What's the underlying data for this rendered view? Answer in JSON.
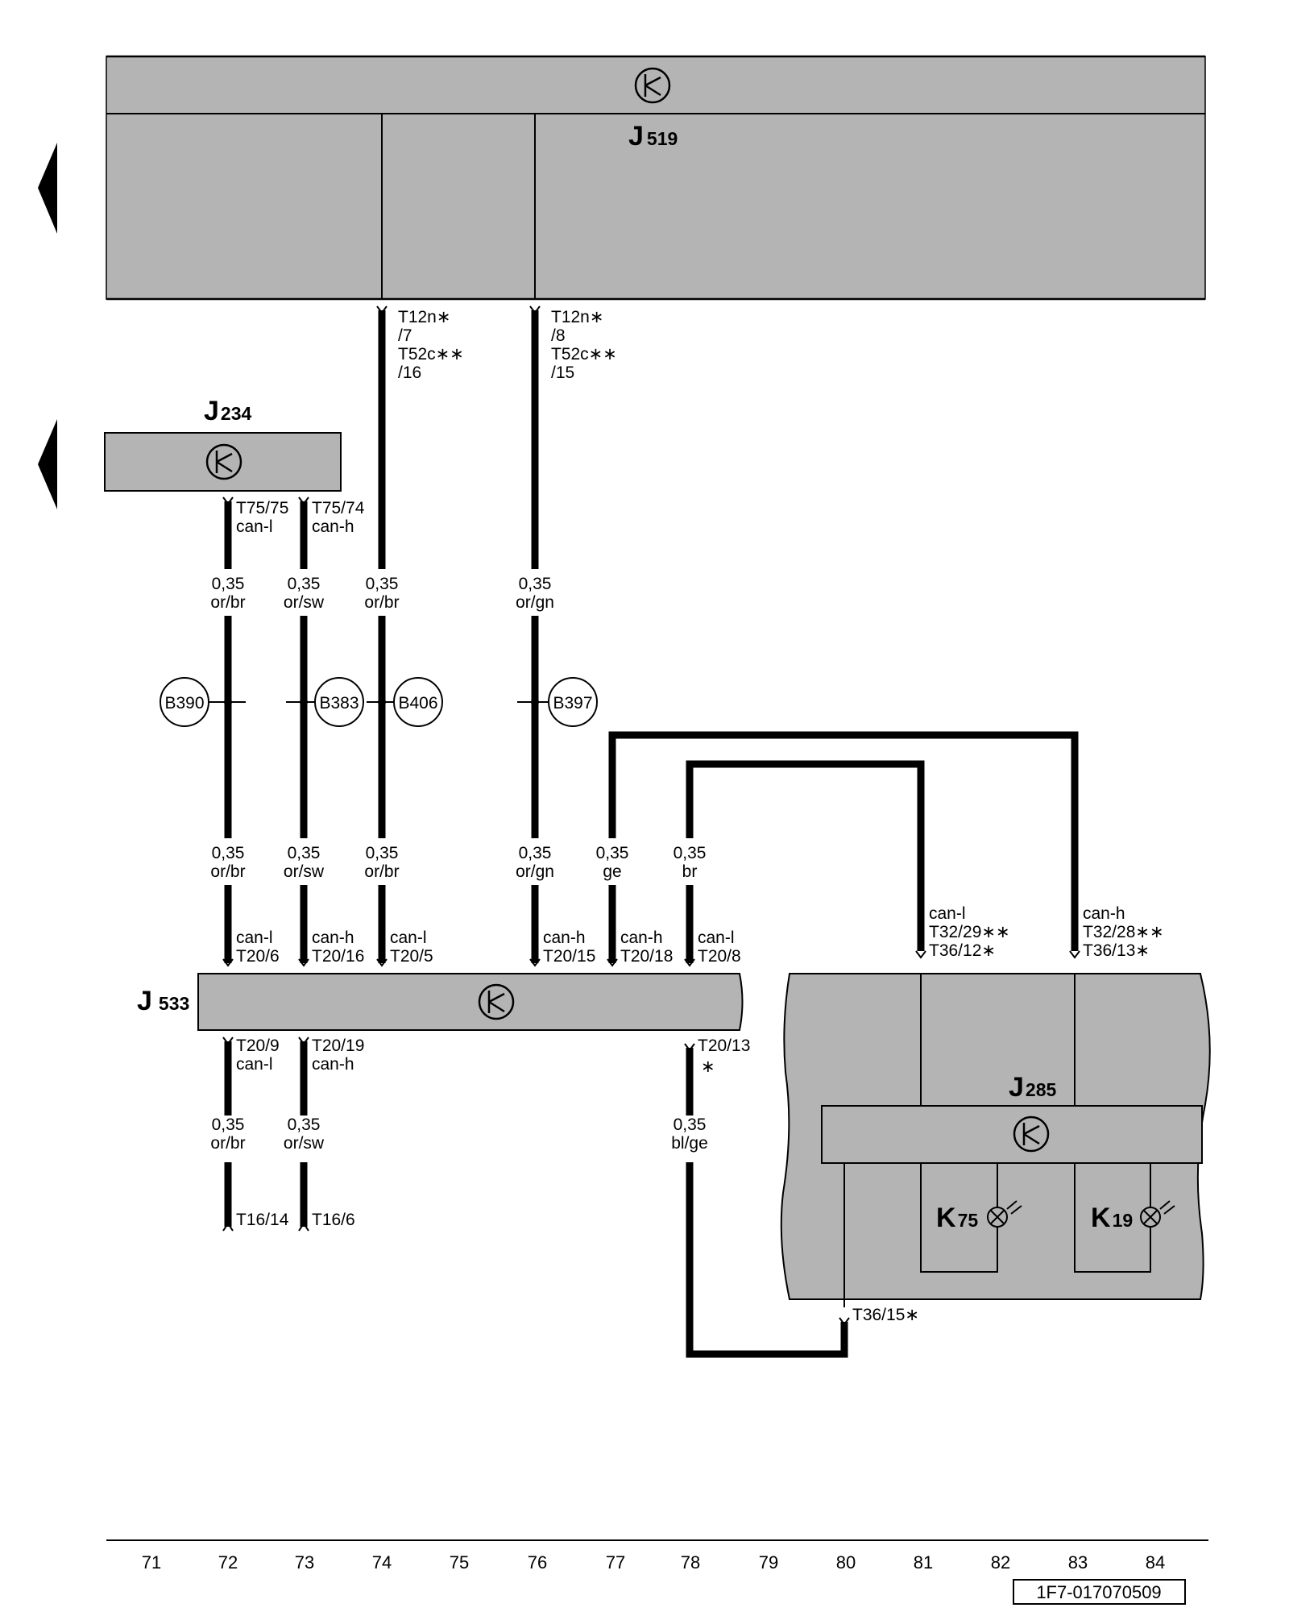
{
  "components": {
    "j519": {
      "prefix": "J",
      "sub": "519"
    },
    "j234": {
      "prefix": "J",
      "sub": "234"
    },
    "j533": {
      "prefix": "J",
      "sub": "533"
    },
    "j285": {
      "prefix": "J",
      "sub": "285"
    },
    "k75": {
      "prefix": "K",
      "sub": "75"
    },
    "k19": {
      "prefix": "K",
      "sub": "19"
    }
  },
  "pins": {
    "j519_a": [
      "T12n∗",
      "/7",
      "T52c∗∗",
      "/16"
    ],
    "j519_b": [
      "T12n∗",
      "/8",
      "T52c∗∗",
      "/15"
    ],
    "j234_a": [
      "T75/75",
      "can-l"
    ],
    "j234_b": [
      "T75/74",
      "can-h"
    ],
    "j533_top": [
      [
        "can-l",
        "T20/6"
      ],
      [
        "can-h",
        "T20/16"
      ],
      [
        "can-l",
        "T20/5"
      ],
      [
        "can-h",
        "T20/15"
      ],
      [
        "can-h",
        "T20/18"
      ],
      [
        "can-l",
        "T20/8"
      ]
    ],
    "j533_bot_a": [
      "T20/9",
      "can-l"
    ],
    "j533_bot_b": [
      "T20/19",
      "can-h"
    ],
    "j533_bot_c": [
      "T20/13",
      "∗"
    ],
    "j285_a": [
      "can-l",
      "T32/29∗∗",
      "T36/12∗"
    ],
    "j285_b": [
      "can-h",
      "T32/28∗∗",
      "T36/13∗"
    ],
    "j285_bot": "T36/15∗",
    "ends": [
      "T16/14",
      "T16/6"
    ]
  },
  "wires": {
    "w72a": [
      "0,35",
      "or/br"
    ],
    "w73a": [
      "0,35",
      "or/sw"
    ],
    "w74a": [
      "0,35",
      "or/br"
    ],
    "w76a": [
      "0,35",
      "or/gn"
    ],
    "w72b": [
      "0,35",
      "or/br"
    ],
    "w73b": [
      "0,35",
      "or/sw"
    ],
    "w74b": [
      "0,35",
      "or/br"
    ],
    "w76b": [
      "0,35",
      "or/gn"
    ],
    "w77": [
      "0,35",
      "ge"
    ],
    "w78": [
      "0,35",
      "br"
    ],
    "w72c": [
      "0,35",
      "or/br"
    ],
    "w73c": [
      "0,35",
      "or/sw"
    ],
    "w78c": [
      "0,35",
      "bl/ge"
    ]
  },
  "splices": {
    "b390": "B390",
    "b383": "B383",
    "b406": "B406",
    "b397": "B397"
  },
  "columns": [
    "71",
    "72",
    "73",
    "74",
    "75",
    "76",
    "77",
    "78",
    "79",
    "80",
    "81",
    "82",
    "83",
    "84"
  ],
  "doc_id": "1F7-017070509"
}
